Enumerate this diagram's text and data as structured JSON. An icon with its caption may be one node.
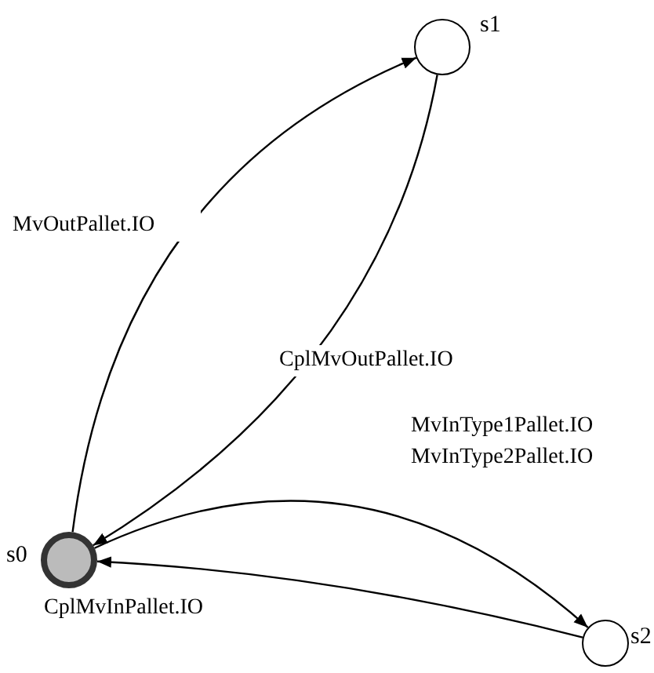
{
  "diagram": {
    "nodes": [
      {
        "text": [],
        "shape": "circle",
        "beside": [
          "s0"
        ]
      },
      {
        "text": [],
        "shape": "circle",
        "beside": [
          "s1"
        ]
      },
      {
        "text": [],
        "shape": "circle",
        "beside": [
          "s2"
        ]
      }
    ],
    "edges": [
      {
        "from": 0,
        "to": 1,
        "arrow": "to",
        "label": "MvOutPallet.IO"
      },
      {
        "from": 1,
        "to": 0,
        "arrow": "to",
        "label": "CplMvOutPallet.IO"
      },
      {
        "from": 0,
        "to": 2,
        "arrow": "to",
        "label": "MvInType1Pallet.IO MvInType2Pallet.IO"
      },
      {
        "from": 2,
        "to": 0,
        "arrow": "to",
        "label": "CplMvInPallet.IO"
      }
    ]
  }
}
